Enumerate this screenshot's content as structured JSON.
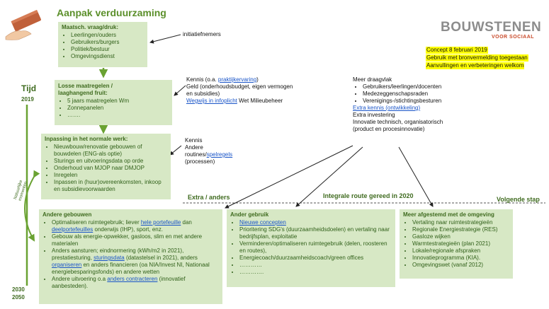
{
  "title": "Aanpak verduurzaming",
  "logo": {
    "main": "BOUWSTENEN",
    "sub": "VOOR SOCIAAL"
  },
  "concept": {
    "lines": [
      "Concept 8 februari 2019",
      "Gebruik met bronvermelding toegestaan",
      "Aanvullingen en verbeteringen welkom"
    ]
  },
  "timeline": {
    "label": "Tijd",
    "start_year": "2019",
    "end_years": [
      "2030",
      "2050"
    ],
    "side_label": [
      "Natuurlijke",
      "momenten"
    ]
  },
  "box1": {
    "heading": "Maatsch. vraag/druk:",
    "items": [
      "Leerlingen/ouders",
      "Gebruikers/burgers",
      "Politiek/bestuur",
      "Omgevingsdienst"
    ]
  },
  "box1_note": "initiatiefnemers",
  "box2": {
    "heading_line1": "Losse maatregelen /",
    "heading_line2": "laaghangend fruit:",
    "items": [
      "5 jaars maatregelen Wm",
      "Zonnepanelen",
      "……."
    ]
  },
  "box2_note": {
    "line1_prefix": "Kennis (o.a. ",
    "line1_link": "praktijkervaring",
    "line1_suffix": ")",
    "line2": "Geld (onderhoudsbudget, eigen vermogen",
    "line3": "en subsidies)",
    "line4_link": "Wegwijs in infoplicht",
    "line4_suffix": " Wet Milieubeheer"
  },
  "box3": {
    "heading": "Inpassing in het normale werk:",
    "items": [
      "Nieuwbouw/renovatie gebouwen of bouwdelen (ENG-als optie)",
      "Sturings en uitvoeringsdata op orde",
      "Onderhoud van MJOP naar DMJOP",
      "Inregelen",
      "Inpassen in (huur)overeenkomsten, inkoop en subsidievoorwaarden"
    ]
  },
  "box3_note": {
    "line1": "Kennis",
    "line2": "Andere",
    "line3_prefix": "routines/",
    "line3_link": "spelregels",
    "line4": "(processen)"
  },
  "draagvlak": {
    "heading": "Meer draagvlak",
    "items": [
      "Gebruikers/leerlingen/docenten",
      "Medezeggenschapsraden",
      "Verenigings-/stichtingsbesturen"
    ],
    "link": "Extra kennis (ontwikkeling)",
    "line_investering": "Extra investering",
    "line_innovatie1": "Innovatie technisch, organisatorisch",
    "line_innovatie2": "(product en procesinnovatie)"
  },
  "routes": {
    "extra": "Extra / anders",
    "integraal": "Integrale route gereed in 2020",
    "volgende": "Volgende stap"
  },
  "box_andere_gebouwen": {
    "heading": "Andere gebouwen",
    "items": [
      {
        "parts": [
          {
            "t": "Optimaliseren ruimtegebruik; liever "
          },
          {
            "t": "hele portefeuille",
            "link": true
          },
          {
            "t": " dan "
          },
          {
            "t": "deelportefeuilles",
            "link": true
          },
          {
            "t": " onderwijs (IHP), sport, enz."
          }
        ]
      },
      {
        "parts": [
          {
            "t": "Gebouw als energie-opwekker, gasloos, slim en met andere materialen"
          }
        ]
      },
      {
        "parts": [
          {
            "t": "Anders aansturen; eindnormering (kWh/m2 in 2021), prestatiesturing, "
          },
          {
            "t": "sturingsdata",
            "link": true
          },
          {
            "t": " (datastelsel in 2021), anders "
          },
          {
            "t": "organiseren",
            "link": true
          },
          {
            "t": " en anders financieren (oa NIA/Invest NI, Nationaal energiebesparingsfonds) en andere wetten"
          }
        ]
      },
      {
        "parts": [
          {
            "t": "Andere uitvoering o.a "
          },
          {
            "t": "anders contracteren",
            "link": true
          },
          {
            "t": " (innovatief aanbesteden)."
          }
        ]
      }
    ]
  },
  "box_ander_gebruik": {
    "heading": "Ander gebruik",
    "items": [
      {
        "parts": [
          {
            "t": "Nieuwe concepten",
            "link": true
          }
        ]
      },
      {
        "parts": [
          {
            "t": "Prioritering SDG's (duurzaamheidsdoelen) en vertaling naar bedrijfsplan, exploitatie"
          }
        ]
      },
      {
        "parts": [
          {
            "t": "Verminderen/optimaliseren ruimtegebruik (delen, roosteren en routes),"
          }
        ]
      },
      {
        "parts": [
          {
            "t": "Energiecoach/duurzaamheidscoach/green offices"
          }
        ]
      },
      {
        "parts": [
          {
            "t": "…………"
          }
        ]
      },
      {
        "parts": [
          {
            "t": "…………."
          }
        ]
      }
    ]
  },
  "box_omgeving": {
    "heading": "Meer afgestemd met de omgeving",
    "items": [
      "Vertaling naar ruimtestrategieën",
      "Regionale Energiestrategie (RES)",
      "Gasloze wijken",
      "Warmtestrategieën (plan 2021)",
      "Lokale/regionale afspraken",
      "Innovatieprogramma (KIA).",
      "Omgevingswet (vanaf 2012)"
    ]
  }
}
